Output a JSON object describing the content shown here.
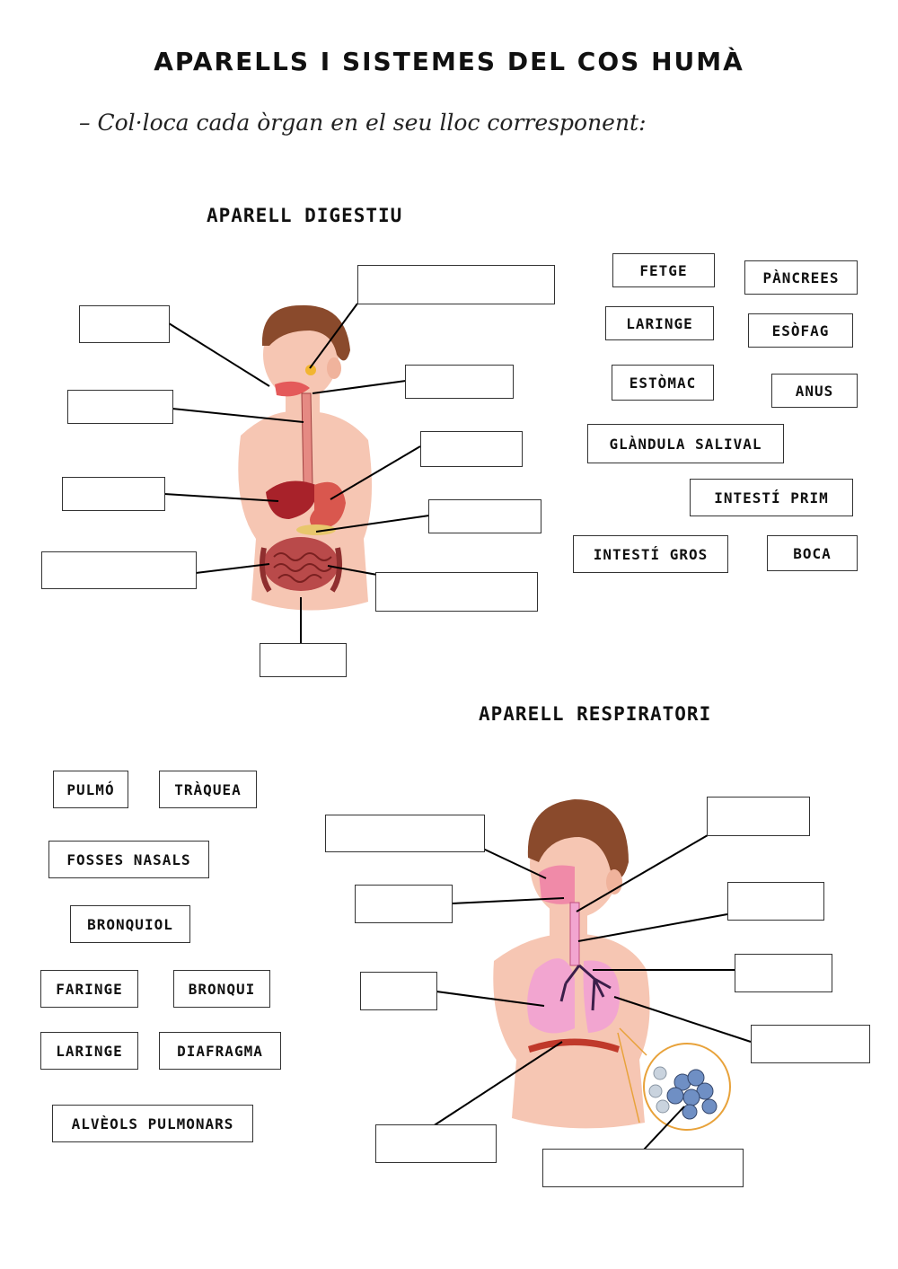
{
  "title": "APARELLS I SISTEMES DEL COS HUMÀ",
  "instruction": "–   Col·loca cada òrgan en el seu lloc corresponent:",
  "digestive": {
    "title": "APARELL DIGESTIU",
    "words": [
      "FETGE",
      "PÀNCREES",
      "LARINGE",
      "ESÒFAG",
      "ESTÒMAC",
      "ANUS",
      "GLÀNDULA SALIVAL",
      "INTESTÍ PRIM",
      "INTESTÍ GROS",
      "BOCA"
    ]
  },
  "respiratory": {
    "title": "APARELL RESPIRATORI",
    "words": [
      "PULMÓ",
      "TRÀQUEA",
      "FOSSES NASALS",
      "BRONQUIOL",
      "FARINGE",
      "BRONQUI",
      "LARINGE",
      "DIAFRAGMA",
      "ALVÈOLS PULMONARS"
    ]
  },
  "colors": {
    "skin": "#f6c6b3",
    "hair": "#8a4a2c",
    "organ_red": "#c0392b",
    "lung_pink": "#f2a5d0",
    "alveoli_blue": "#6f8fc4"
  }
}
